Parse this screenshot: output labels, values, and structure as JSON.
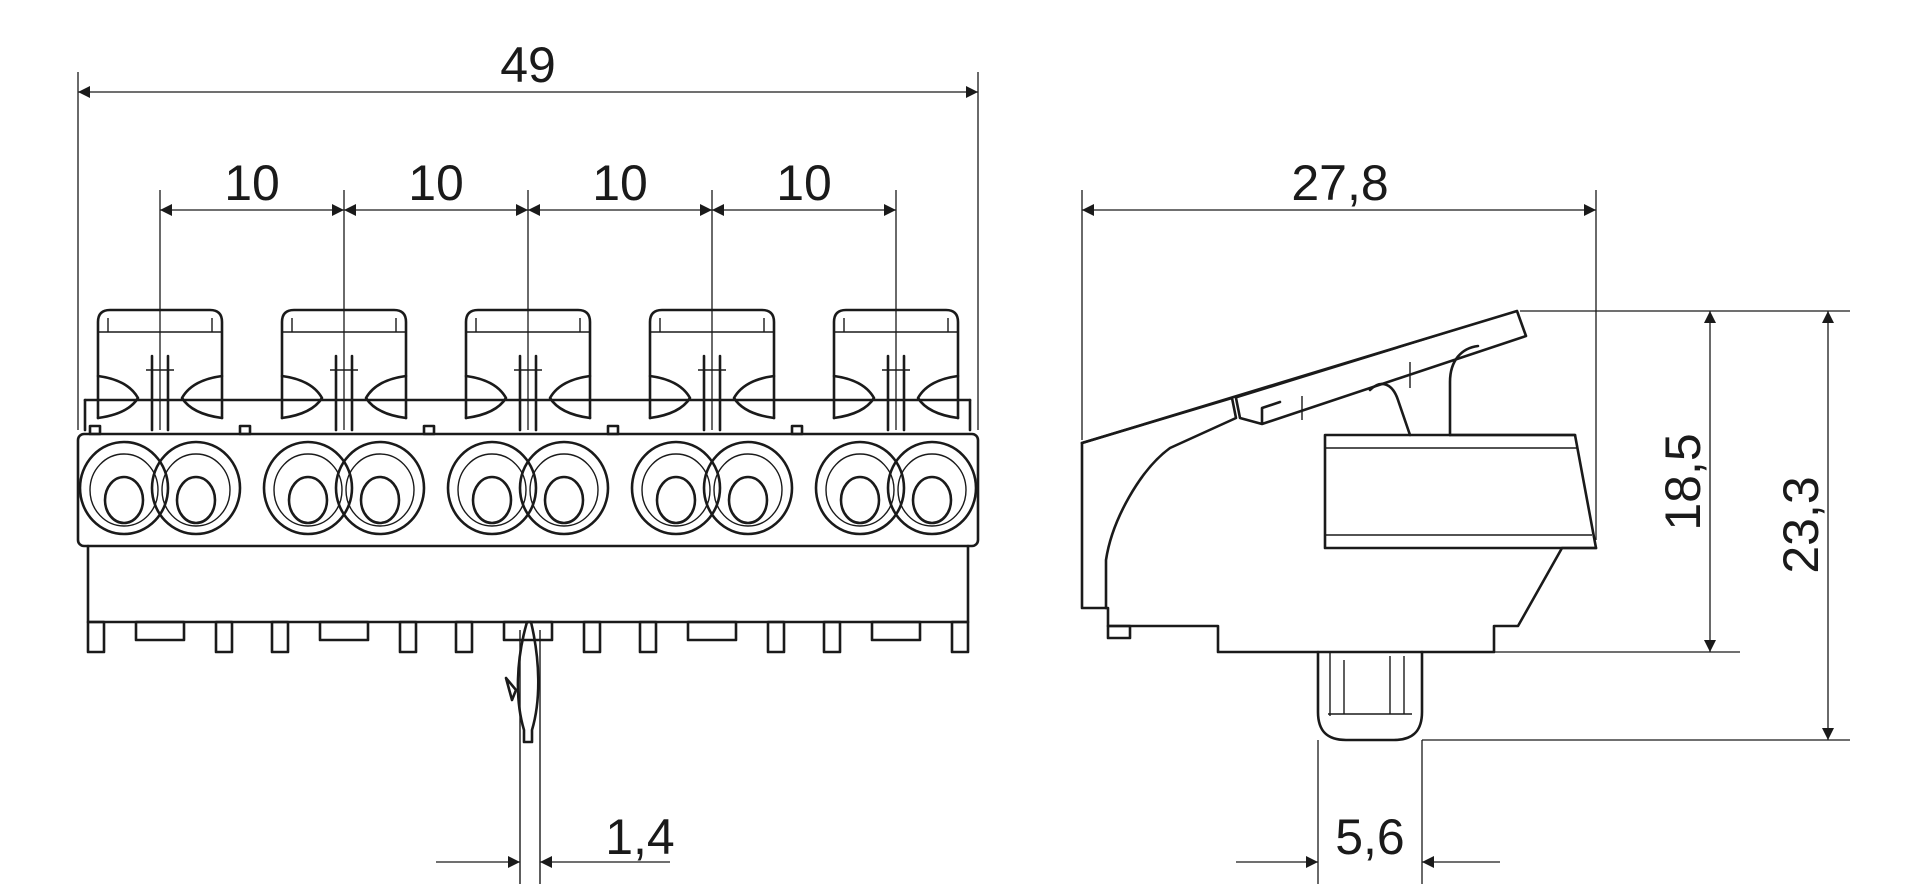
{
  "drawing": {
    "front_view": {
      "overall_width": "49",
      "pitch_labels": [
        "10",
        "10",
        "10",
        "10"
      ],
      "pin_width": "1,4"
    },
    "side_view": {
      "depth": "27,8",
      "body_height": "18,5",
      "total_height": "23,3",
      "pin_width": "5,6"
    }
  }
}
